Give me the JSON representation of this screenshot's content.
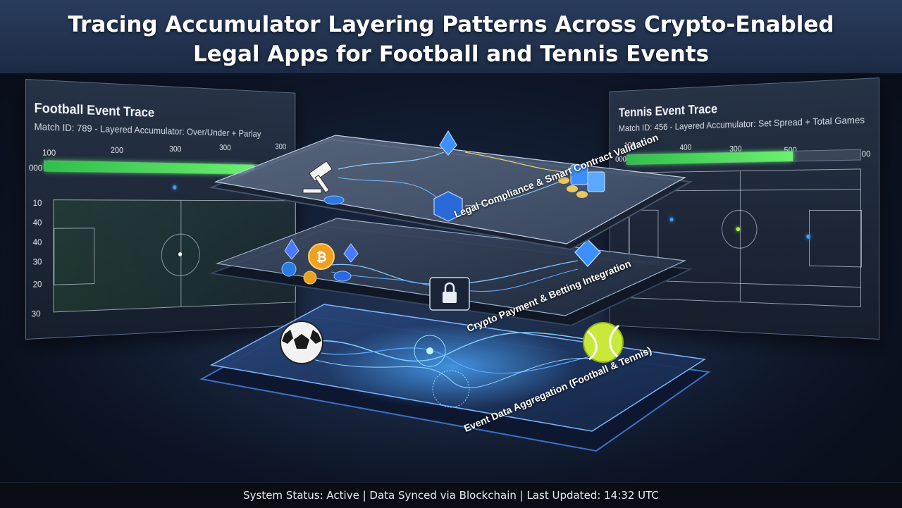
{
  "header": {
    "title_line1": "Tracing Accumulator Layering Patterns Across Crypto-Enabled",
    "title_line2": "Legal Apps for Football and Tennis Events"
  },
  "football_panel": {
    "title": "Football Event Trace",
    "subtitle": "Match ID: 789 - Layered Accumulator: Over/Under + Parlay",
    "top_ticks": [
      "100",
      "200",
      "300",
      "300",
      "300"
    ],
    "left_ticks": [
      "000",
      "10",
      "40",
      "40",
      "30",
      "20",
      "30"
    ],
    "progress": 0.88
  },
  "tennis_panel": {
    "title": "Tennis Event Trace",
    "subtitle": "Match ID: 456 - Layered Accumulator: Set Spread + Total Games",
    "top_ticks": [
      "100",
      "400",
      "300",
      "500",
      "200"
    ],
    "left_ticks": [
      "000"
    ],
    "progress": 0.73
  },
  "layers": [
    {
      "label": "Legal Compliance & Smart Contract Validation"
    },
    {
      "label": "Crypto Payment & Betting Integration"
    },
    {
      "label": "Event Data Aggregation (Football & Tennis)"
    }
  ],
  "status_bar": {
    "text": "System Status: Active | Data Synced via Blockchain | Last Updated: 14:32 UTC"
  },
  "colors": {
    "accent_green": "#4fe35c",
    "accent_blue": "#3da0ff",
    "background": "#0d1526"
  }
}
